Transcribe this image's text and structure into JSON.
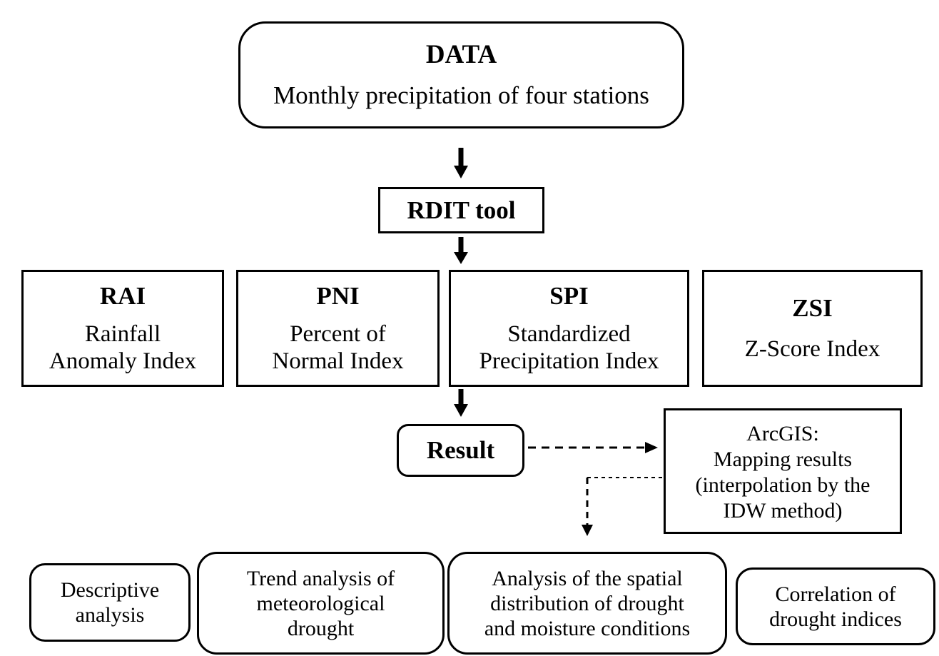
{
  "data_box": {
    "title": "DATA",
    "subtitle": "Monthly precipitation of four stations"
  },
  "rdit_box": {
    "label": "RDIT tool"
  },
  "indices": {
    "rai": {
      "title": "RAI",
      "line1": "Rainfall",
      "line2": "Anomaly Index"
    },
    "pni": {
      "title": "PNI",
      "line1": "Percent of",
      "line2": "Normal Index"
    },
    "spi": {
      "title": "SPI",
      "line1": "Standardized",
      "line2": "Precipitation Index"
    },
    "zsi": {
      "title": "ZSI",
      "line1": "Z-Score Index"
    }
  },
  "result_box": {
    "label": "Result"
  },
  "arcgis_box": {
    "line1": "ArcGIS:",
    "line2": "Mapping results",
    "line3": "(interpolation by the",
    "line4": "IDW method)"
  },
  "outputs": {
    "descriptive": {
      "line1": "Descriptive",
      "line2": "analysis"
    },
    "trend": {
      "line1": "Trend analysis of",
      "line2": "meteorological",
      "line3": "drought"
    },
    "spatial": {
      "line1": "Analysis of the spatial",
      "line2": "distribution of drought",
      "line3": "and moisture conditions"
    },
    "correlation": {
      "line1": "Correlation of",
      "line2": "drought indices"
    }
  },
  "colors": {
    "stroke": "#000000",
    "background": "#ffffff"
  }
}
